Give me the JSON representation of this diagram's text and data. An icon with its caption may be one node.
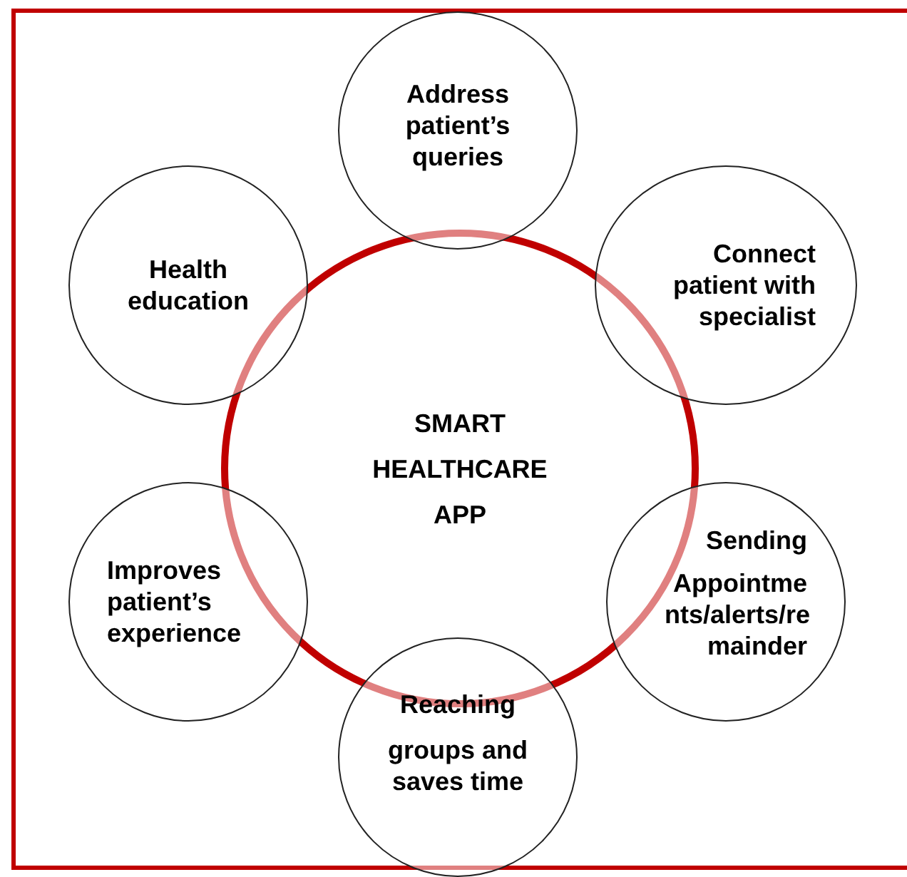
{
  "diagram": {
    "nodes": [
      {
        "text": [
          "Address patient’s queries"
        ]
      },
      {
        "text": [
          "Health education"
        ]
      },
      {
        "text": [
          "Connect patient with specialist"
        ]
      },
      {
        "text": [
          "SMART HEALTHCARE APP"
        ]
      },
      {
        "text": [
          "Improves patient’s experience"
        ]
      },
      {
        "text": [
          "Sending",
          "Appointme nts/alerts/re mainder"
        ]
      },
      {
        "text": [
          "Reaching",
          "groups and saves time"
        ]
      }
    ]
  }
}
